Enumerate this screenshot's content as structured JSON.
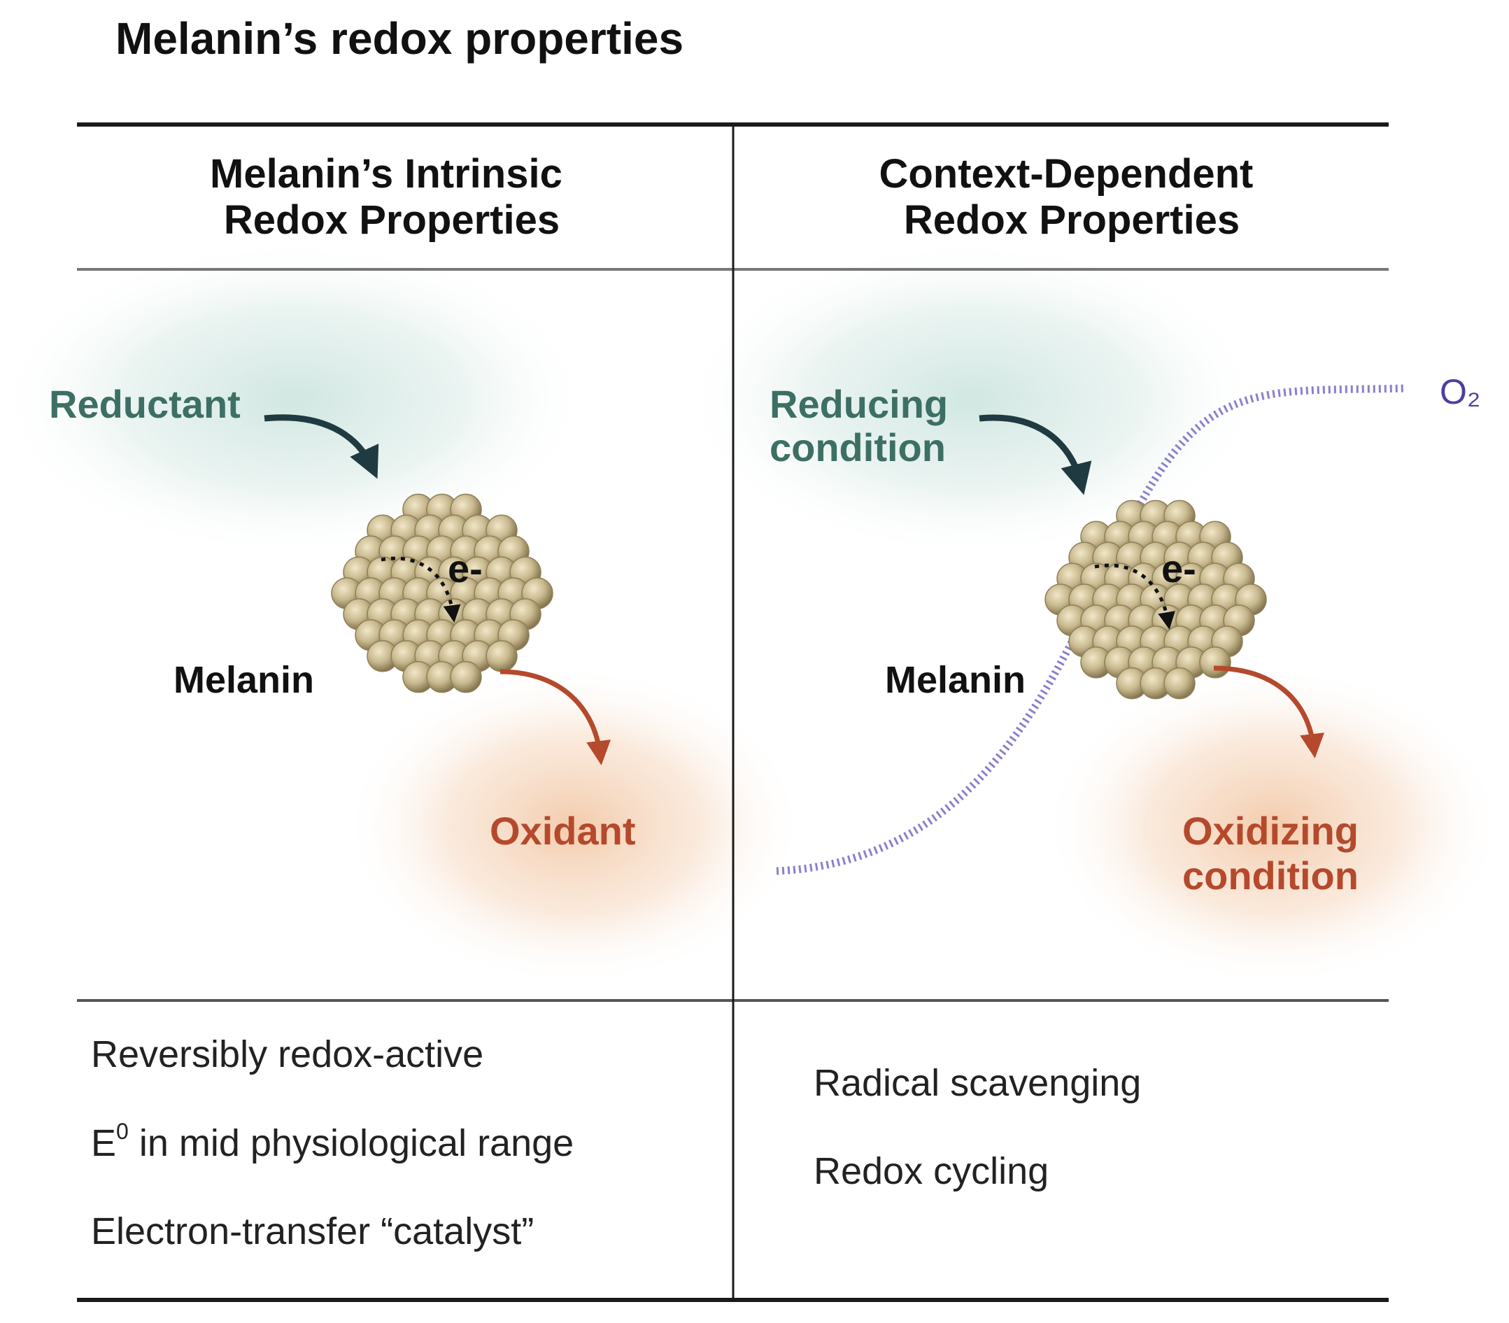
{
  "title": "Melanin’s redox properties",
  "columns": [
    {
      "header_lines": [
        "Melanin’s Intrinsic",
        "Redox Properties"
      ],
      "reductant_lines": [
        "Reductant"
      ],
      "electron_label": "e-",
      "melanin_label": "Melanin",
      "oxidant_lines": [
        "Oxidant"
      ],
      "properties": [
        {
          "text": "Reversibly redox-active"
        },
        {
          "text": "E",
          "sup": "0",
          "rest": " in mid physiological range"
        },
        {
          "text": "Electron-transfer “catalyst”"
        }
      ]
    },
    {
      "header_lines": [
        "Context-Dependent",
        "Redox Properties"
      ],
      "reductant_lines": [
        "Reducing",
        "condition"
      ],
      "electron_label": "e-",
      "melanin_label": "Melanin",
      "oxidant_lines": [
        "Oxidizing",
        "condition"
      ],
      "oxygen_label": "O₂",
      "properties": [
        {
          "text": "Radical scavenging"
        },
        {
          "text": "Redox cycling"
        }
      ]
    }
  ],
  "colors": {
    "reductant": "#3d6f64",
    "oxidant": "#b5492c",
    "reductant_arrow": "#1f3a40",
    "oxidant_arrow": "#b5492c",
    "text": "#111111",
    "melanin_sphere": "#c9b98f",
    "oxygen_path": "#8a80cc",
    "oxygen_label": "#4a3fa0",
    "rule": "#1a1a1a"
  }
}
